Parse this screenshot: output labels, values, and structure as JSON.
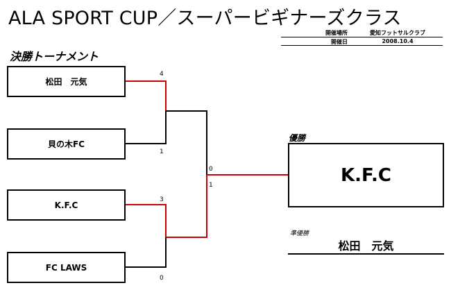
{
  "header": {
    "title": "ALA SPORT CUP／スーパービギナーズクラス",
    "venue_label": "開催場所",
    "venue": "愛知フットサルクラブ",
    "date_label": "開催日",
    "date": "2008.10.4"
  },
  "bracket": {
    "section_title": "決勝トーナメント",
    "teams": [
      {
        "name": "松田　元気",
        "score": "4"
      },
      {
        "name": "貝の木FC",
        "score": "1"
      },
      {
        "name": "K.F.C",
        "score": "3"
      },
      {
        "name": "FC LAWS",
        "score": "0"
      }
    ],
    "semifinal_scores": [
      "0",
      "1"
    ]
  },
  "result": {
    "winner_label": "優勝",
    "winner": "K.F.C",
    "runner_up_label": "準優勝",
    "runner_up": "松田　元気"
  },
  "colors": {
    "winner_line": "#cc0000",
    "line": "#000000"
  }
}
